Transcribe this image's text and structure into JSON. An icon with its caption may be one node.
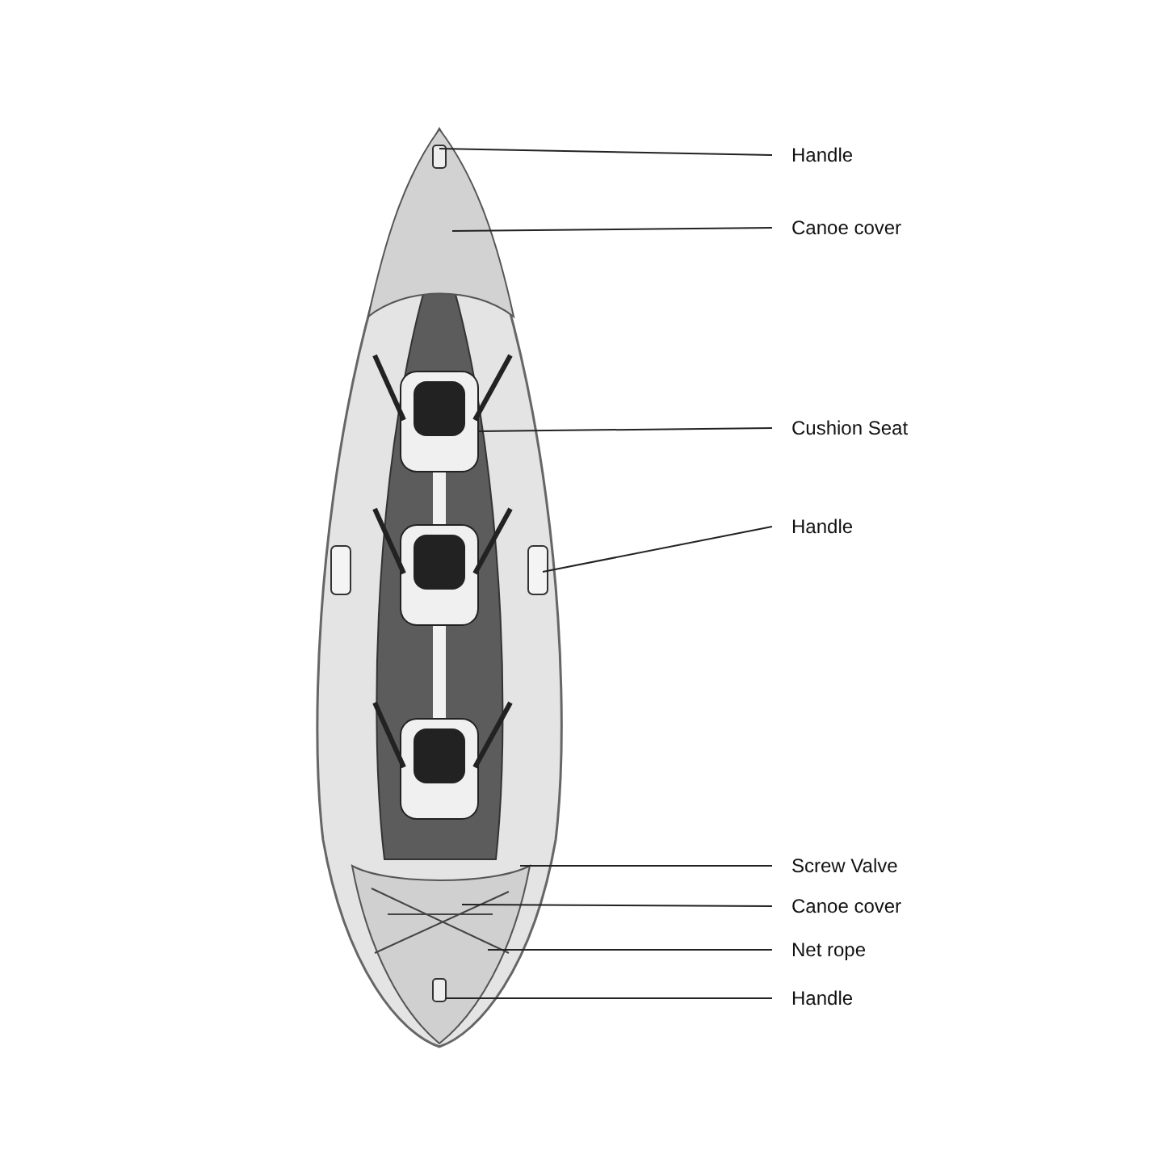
{
  "diagram": {
    "nodes": [
      {
        "text": [
          "Handle"
        ]
      },
      {
        "text": [
          "Canoe cover"
        ]
      },
      {
        "text": [
          "Cushion Seat"
        ]
      },
      {
        "text": [
          "Handle"
        ]
      },
      {
        "text": [
          "Screw Valve"
        ]
      },
      {
        "text": [
          "Canoe cover"
        ]
      },
      {
        "text": [
          "Net rope"
        ]
      },
      {
        "text": [
          "Handle"
        ]
      }
    ],
    "edges": [
      {
        "from": 0,
        "to": null,
        "arrow": "none"
      },
      {
        "from": 1,
        "to": null,
        "arrow": "none"
      },
      {
        "from": 2,
        "to": null,
        "arrow": "none"
      },
      {
        "from": 3,
        "to": null,
        "arrow": "none"
      },
      {
        "from": 4,
        "to": null,
        "arrow": "none"
      },
      {
        "from": 5,
        "to": null,
        "arrow": "none"
      },
      {
        "from": 6,
        "to": null,
        "arrow": "none"
      },
      {
        "from": 7,
        "to": null,
        "arrow": "none"
      }
    ]
  }
}
